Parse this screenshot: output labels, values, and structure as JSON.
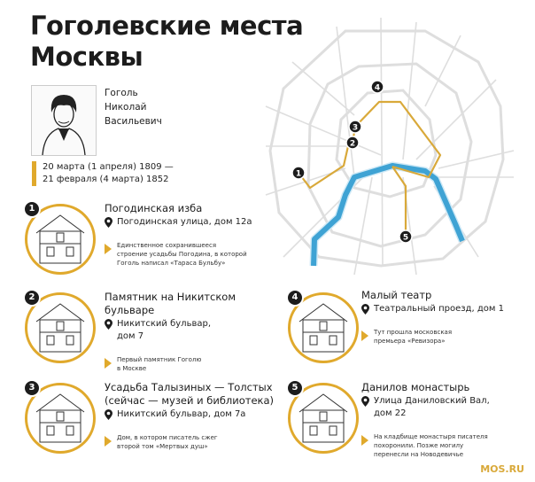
{
  "title_lines": [
    "Гоголевские места",
    "Москвы"
  ],
  "person": {
    "surname": "Гоголь",
    "name": "Николай",
    "patronymic": "Васильевич"
  },
  "dates": [
    "20 марта (1 апреля) 1809 —",
    "21 февраля (4 марта) 1852"
  ],
  "places": [
    {
      "num": "1",
      "title": [
        "Погодинская изба"
      ],
      "address": [
        "Погодинская улица, дом 12а"
      ],
      "note": [
        "Единственное сохранившееся",
        "строение  усадьбы Погодина, в которой",
        "Гоголь написал «Тараса Бульбу»"
      ]
    },
    {
      "num": "2",
      "title": [
        "Памятник на Никитском",
        "бульваре"
      ],
      "address": [
        "Никитский бульвар,",
        "дом 7"
      ],
      "note": [
        "Первый памятник Гоголю",
        "в Москве"
      ]
    },
    {
      "num": "3",
      "title": [
        "Усадьба Талызиных — Толстых",
        "(сейчас — музей и библиотека)"
      ],
      "address": [
        "Никитский бульвар, дом 7а"
      ],
      "note": [
        "Дом, в котором писатель сжег",
        "второй том «Мертвых душ»"
      ]
    },
    {
      "num": "4",
      "title": [
        "Малый театр"
      ],
      "address": [
        "Театральный проезд, дом 1"
      ],
      "note": [
        "Тут прошла московская",
        "премьера «Ревизора»"
      ]
    },
    {
      "num": "5",
      "title": [
        "Данилов монастырь"
      ],
      "address": [
        "Улица Даниловский Вал,",
        "дом 22"
      ],
      "note": [
        "На кладбище монастыря писателя",
        "похоронили. Позже могилу",
        "перенесли на Новодевичье"
      ]
    }
  ],
  "map_markers": [
    "1",
    "2",
    "3",
    "4",
    "5"
  ],
  "brand": "MOS.RU",
  "colors": {
    "accent": "#e0a92c",
    "river": "#3fa3d4",
    "roads": "#dcdcdc"
  }
}
